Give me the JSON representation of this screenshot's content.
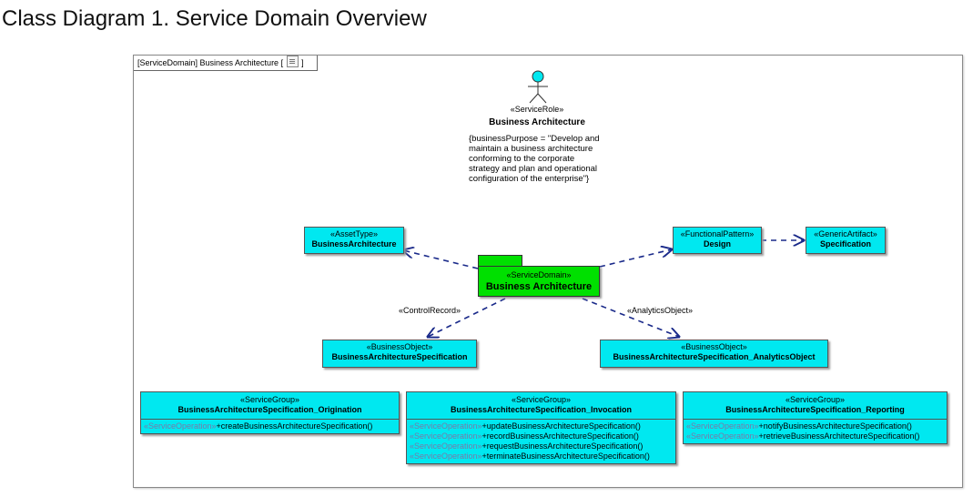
{
  "page_title": "Class Diagram 1. Service Domain Overview",
  "frame": {
    "title_prefix": "[ServiceDomain] Business Architecture [",
    "title_suffix": "]",
    "icon": "diagram-icon"
  },
  "role": {
    "stereotype": "«ServiceRole»",
    "name": "Business Architecture",
    "property": "{businessPurpose = \"Develop and maintain a business architecture conforming to the corporate strategy and plan and operational configuration of the enterprise\"}",
    "icon": "actor-icon"
  },
  "domain": {
    "stereotype": "«ServiceDomain»",
    "name": "Business Architecture"
  },
  "asset": {
    "stereotype": "«AssetType»",
    "name": "BusinessArchitecture"
  },
  "pattern": {
    "stereotype": "«FunctionalPattern»",
    "name": "Design"
  },
  "artifact": {
    "stereotype": "«GenericArtifact»",
    "name": "Specification"
  },
  "control_record": {
    "stereotype": "«BusinessObject»",
    "name": "BusinessArchitectureSpecification"
  },
  "analytics_object": {
    "stereotype": "«BusinessObject»",
    "name": "BusinessArchitectureSpecification_AnalyticsObject"
  },
  "edge_labels": {
    "control_record": "«ControlRecord»",
    "analytics_object": "«AnalyticsObject»"
  },
  "service_groups": [
    {
      "stereotype": "«ServiceGroup»",
      "name": "BusinessArchitectureSpecification_Origination",
      "operations": [
        {
          "stereotype": "«ServiceOperation»",
          "signature": "+createBusinessArchitectureSpecification()"
        }
      ]
    },
    {
      "stereotype": "«ServiceGroup»",
      "name": "BusinessArchitectureSpecification_Invocation",
      "operations": [
        {
          "stereotype": "«ServiceOperation»",
          "signature": "+updateBusinessArchitectureSpecification()"
        },
        {
          "stereotype": "«ServiceOperation»",
          "signature": "+recordBusinessArchitectureSpecification()"
        },
        {
          "stereotype": "«ServiceOperation»",
          "signature": "+requestBusinessArchitectureSpecification()"
        },
        {
          "stereotype": "«ServiceOperation»",
          "signature": "+terminateBusinessArchitectureSpecification()"
        }
      ]
    },
    {
      "stereotype": "«ServiceGroup»",
      "name": "BusinessArchitectureSpecification_Reporting",
      "operations": [
        {
          "stereotype": "«ServiceOperation»",
          "signature": "+notifyBusinessArchitectureSpecification()"
        },
        {
          "stereotype": "«ServiceOperation»",
          "signature": "+retrieveBusinessArchitectureSpecification()"
        }
      ]
    }
  ],
  "colors": {
    "class_fill": "#00e8f0",
    "domain_fill": "#00e000",
    "edge": "#1a2a8a",
    "operation_stereotype": "#7a7aa8"
  }
}
